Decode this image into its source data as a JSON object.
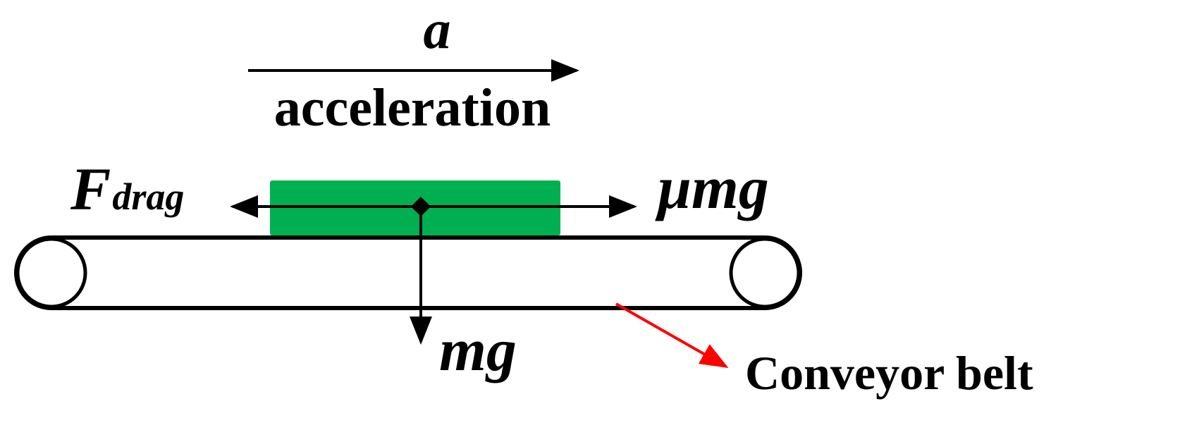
{
  "labels": {
    "a": "a",
    "acceleration": "acceleration",
    "f": "F",
    "f_sub": "drag",
    "umg": "μmg",
    "mg": "mg",
    "conveyor": "Conveyor belt"
  },
  "colors": {
    "block": "#00b050",
    "pointer": "#ff0000",
    "line": "#000000"
  }
}
